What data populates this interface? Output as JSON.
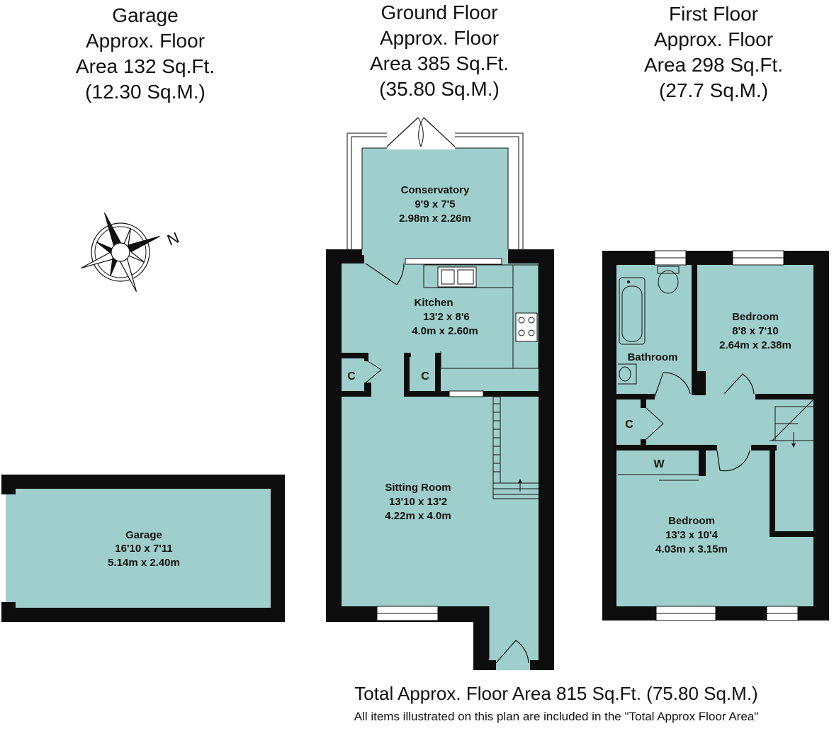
{
  "headers": {
    "garage": [
      "Garage",
      "Approx. Floor",
      "Area 132 Sq.Ft.",
      "(12.30 Sq.M.)"
    ],
    "ground": [
      "Ground Floor",
      "Approx. Floor",
      "Area 385 Sq.Ft.",
      "(35.80 Sq.M.)"
    ],
    "first": [
      "First Floor",
      "Approx. Floor",
      "Area 298 Sq.Ft.",
      "(27.7 Sq.M.)"
    ]
  },
  "rooms": {
    "conservatory": [
      "Conservatory",
      "9'9 x 7'5",
      "2.98m x 2.26m"
    ],
    "kitchen": [
      "Kitchen",
      "13'2 x 8'6",
      "4.0m x 2.60m"
    ],
    "sitting": [
      "Sitting Room",
      "13'10 x 13'2",
      "4.22m x 4.0m"
    ],
    "garage": [
      "Garage",
      "16'10 x 7'11",
      "5.14m x 2.40m"
    ],
    "bedroom1": [
      "Bedroom",
      "8'8 x 7'10",
      "2.64m x 2.38m"
    ],
    "bathroom": [
      "Bathroom"
    ],
    "bedroom2": [
      "Bedroom",
      "13'3 x 10'4",
      "4.03m x 3.15m"
    ]
  },
  "cupboards": {
    "c1": "C",
    "c2": "C",
    "c3": "C",
    "w": "W"
  },
  "compass": {
    "north_label": "N"
  },
  "footer": {
    "total": "Total Approx. Floor Area 815 Sq.Ft. (75.80 Sq.M.)",
    "note": "All items illustrated on this plan are included in the \"Total Approx Floor Area\""
  },
  "colors": {
    "room_fill": "#9ecfcd",
    "wall": "#0d0d0d"
  }
}
